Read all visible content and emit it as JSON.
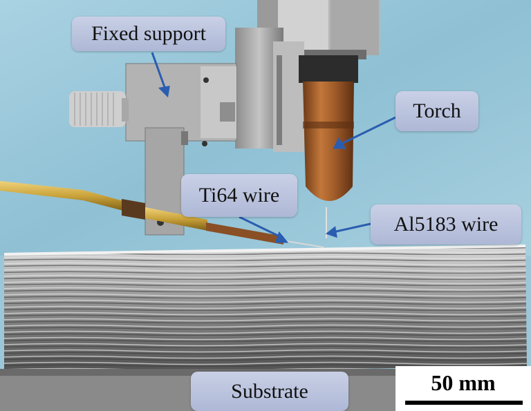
{
  "labels": {
    "fixed_support": "Fixed support",
    "torch": "Torch",
    "ti64_wire": "Ti64 wire",
    "al5183_wire": "Al5183 wire",
    "substrate": "Substrate"
  },
  "scale_bar": "50 mm",
  "colors": {
    "background": "#9cc7d8",
    "arrow": "#2a5db0",
    "label_fill": "#bcc4de",
    "copper": "#b06a32",
    "brass": "#c9a23a",
    "metal": "#9a9a9a"
  }
}
